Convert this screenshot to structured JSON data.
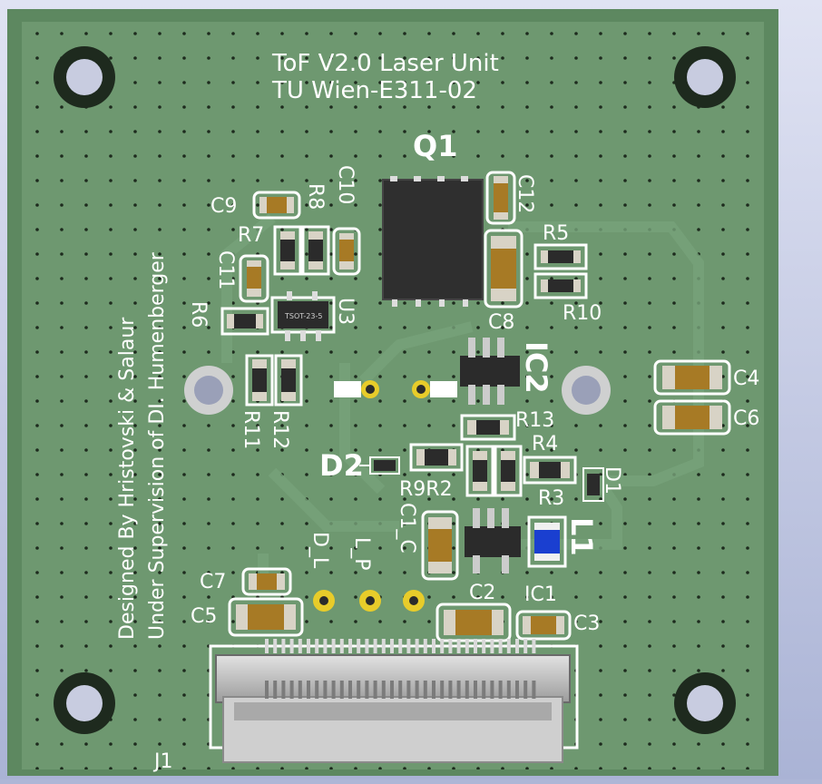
{
  "board": {
    "title_line1": "ToF V2.0 Laser Unit",
    "title_line2": "TU Wien-E311-02",
    "credit_line1": "Designed By Hristovski & Salaur",
    "credit_line2": "Under Supervision of DI. Humenberger"
  },
  "labels": {
    "q1": "Q1",
    "c12": "C12",
    "c10": "C10",
    "r8": "R8",
    "c9": "C9",
    "r7": "R7",
    "c11": "C11",
    "r6": "R6",
    "u3": "U3",
    "u3_marking": "TSOT-23-5",
    "r5": "R5",
    "r10": "R10",
    "c8": "C8",
    "ic2": "IC2",
    "c4": "C4",
    "c6": "C6",
    "r11": "R11",
    "r12": "R12",
    "r13": "R13",
    "d2": "D2",
    "r4": "R4",
    "d1": "D1",
    "r9r2": "R9R2",
    "r3": "R3",
    "c1_c": "C1_C",
    "l1": "L1",
    "d_l": "D_L",
    "l_p": "L_P",
    "c7": "C7",
    "c5": "C5",
    "c2": "C2",
    "ic1": "IC1",
    "c3": "C3",
    "j1": "J1"
  },
  "colors": {
    "board_edge": "#5d8860",
    "board": "#6e9870",
    "silkscreen": "#ffffff",
    "copper_pad": "#d8d3c6",
    "cap_body": "#a77a25",
    "chip_body": "#2b2b2b",
    "inductor": "#1a3fd0"
  }
}
